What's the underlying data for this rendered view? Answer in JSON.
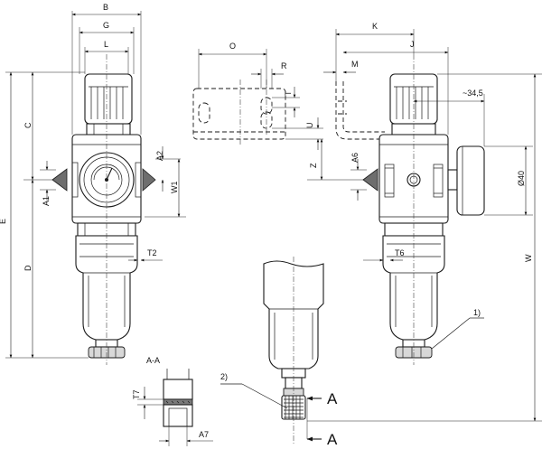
{
  "labels": {
    "B": "B",
    "G": "G",
    "L": "L",
    "O": "O",
    "R": "R",
    "T": "T",
    "U": "U",
    "Z": "Z",
    "K": "K",
    "J": "J",
    "M": "M",
    "dim_345": "~34,5",
    "C": "C",
    "E": "E",
    "D": "D",
    "A1": "A1",
    "A2": "A2",
    "W1": "W1",
    "T2": "T2",
    "A6": "A6",
    "T6": "T6",
    "dia40": "Ø40",
    "W": "W",
    "note1": "1)",
    "note2": "2)",
    "section_title": "A-A",
    "T7": "T7",
    "A7": "A7",
    "section_A_upper": "A",
    "section_A_lower": "A"
  }
}
